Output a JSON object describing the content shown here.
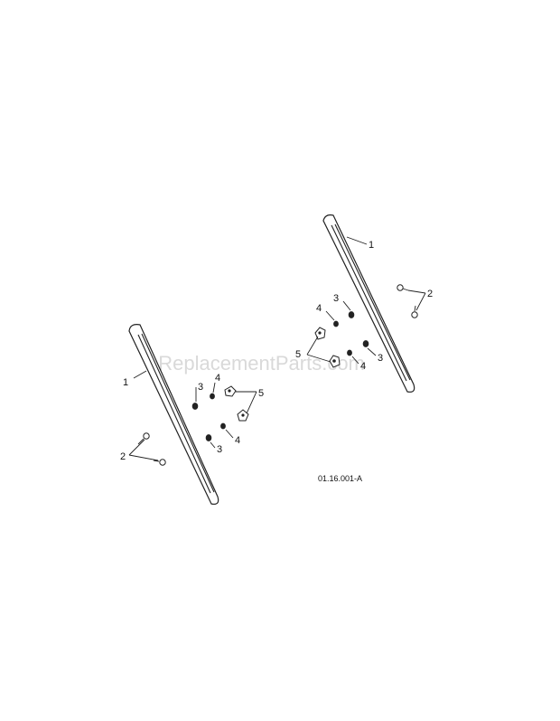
{
  "diagram": {
    "drawing_code": "01.16.001-A",
    "watermark": "eReplacementParts.com",
    "callouts": {
      "skid_shoe": "1",
      "carriage_bolt": "2",
      "nut": "3",
      "washer": "4",
      "bracket": "5"
    }
  }
}
